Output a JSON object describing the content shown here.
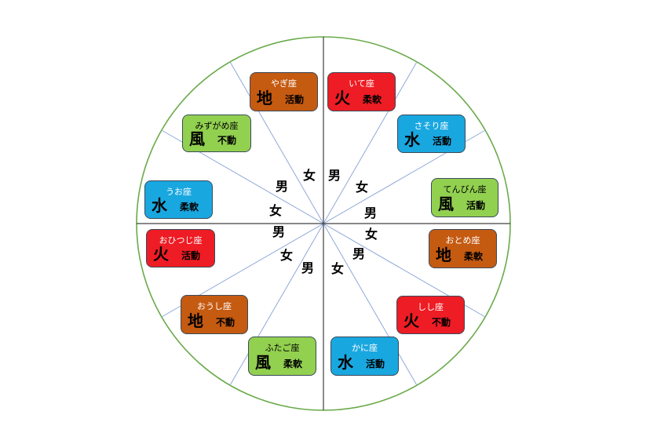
{
  "colors": {
    "circle": "#6aaa4a",
    "main_axes": "#404040",
    "minor_lines": "#8fa9d8",
    "fire": "#ee1c24",
    "earth": "#c55a11",
    "air": "#92d050",
    "water": "#19a7e0"
  },
  "signs": [
    {
      "id": "yagi",
      "name": "やぎ座",
      "element": "地",
      "mode": "活動",
      "kind": "earth"
    },
    {
      "id": "ite",
      "name": "いて座",
      "element": "火",
      "mode": "柔軟",
      "kind": "fire"
    },
    {
      "id": "mizugame",
      "name": "みずがめ座",
      "element": "風",
      "mode": "不動",
      "kind": "air"
    },
    {
      "id": "sasori",
      "name": "さそり座",
      "element": "水",
      "mode": "活動",
      "kind": "water"
    },
    {
      "id": "uo",
      "name": "うお座",
      "element": "水",
      "mode": "柔軟",
      "kind": "water"
    },
    {
      "id": "tenbin",
      "name": "てんびん座",
      "element": "風",
      "mode": "活動",
      "kind": "air"
    },
    {
      "id": "ohitsuji",
      "name": "おひつじ座",
      "element": "火",
      "mode": "活動",
      "kind": "fire"
    },
    {
      "id": "otome",
      "name": "おとめ座",
      "element": "地",
      "mode": "柔軟",
      "kind": "earth"
    },
    {
      "id": "oushi",
      "name": "おうし座",
      "element": "地",
      "mode": "不動",
      "kind": "earth"
    },
    {
      "id": "shishi",
      "name": "しし座",
      "element": "火",
      "mode": "不動",
      "kind": "fire"
    },
    {
      "id": "futago",
      "name": "ふたご座",
      "element": "風",
      "mode": "柔軟",
      "kind": "air"
    },
    {
      "id": "kani",
      "name": "かに座",
      "element": "水",
      "mode": "活動",
      "kind": "water"
    }
  ],
  "genders": {
    "male": "男",
    "female": "女",
    "sequence": [
      "女",
      "男",
      "女",
      "男",
      "女",
      "男",
      "女",
      "男",
      "女",
      "男",
      "女",
      "男"
    ]
  }
}
